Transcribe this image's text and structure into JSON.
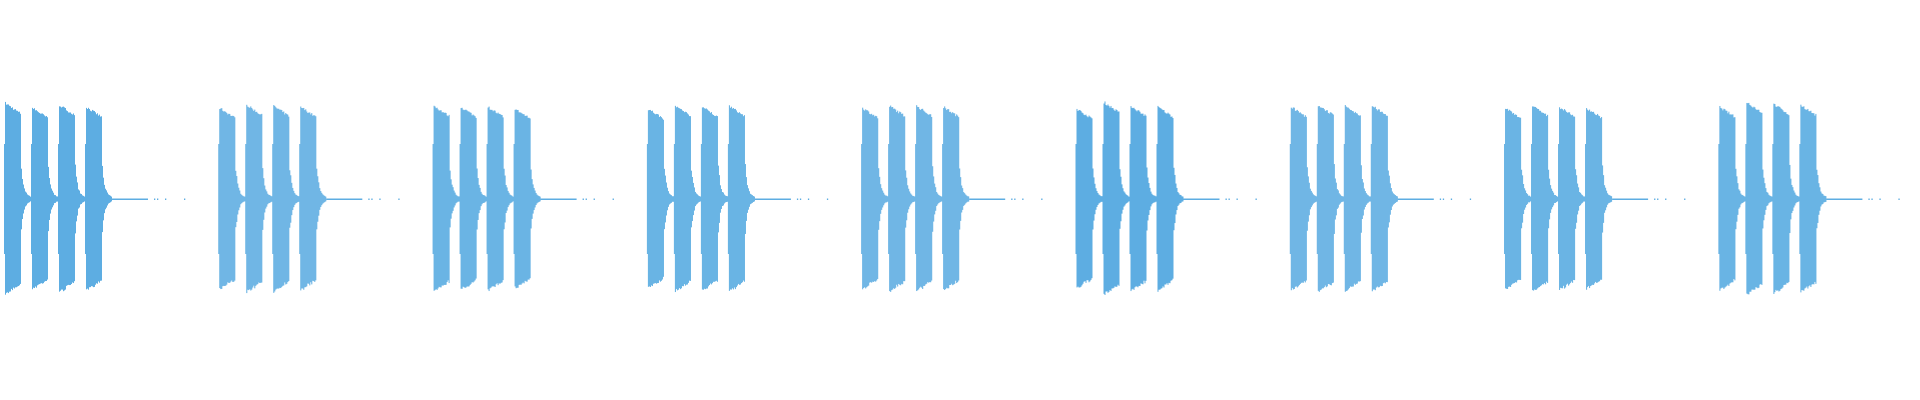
{
  "waveform": {
    "color": "#5dade2",
    "background": "#ffffff",
    "groups": 9,
    "bursts_per_group": 4,
    "burst_peaks": [
      [
        0.98,
        0.93,
        0.96,
        0.94
      ],
      [
        0.93,
        0.96,
        0.95,
        0.94
      ],
      [
        0.95,
        0.94,
        0.94,
        0.92
      ],
      [
        0.92,
        0.95,
        0.94,
        0.95
      ],
      [
        0.93,
        0.95,
        0.95,
        0.94
      ],
      [
        0.92,
        0.99,
        0.95,
        0.94
      ],
      [
        0.94,
        0.96,
        0.95,
        0.95
      ],
      [
        0.93,
        0.95,
        0.94,
        0.93
      ],
      [
        0.94,
        0.99,
        0.97,
        0.96
      ]
    ]
  }
}
